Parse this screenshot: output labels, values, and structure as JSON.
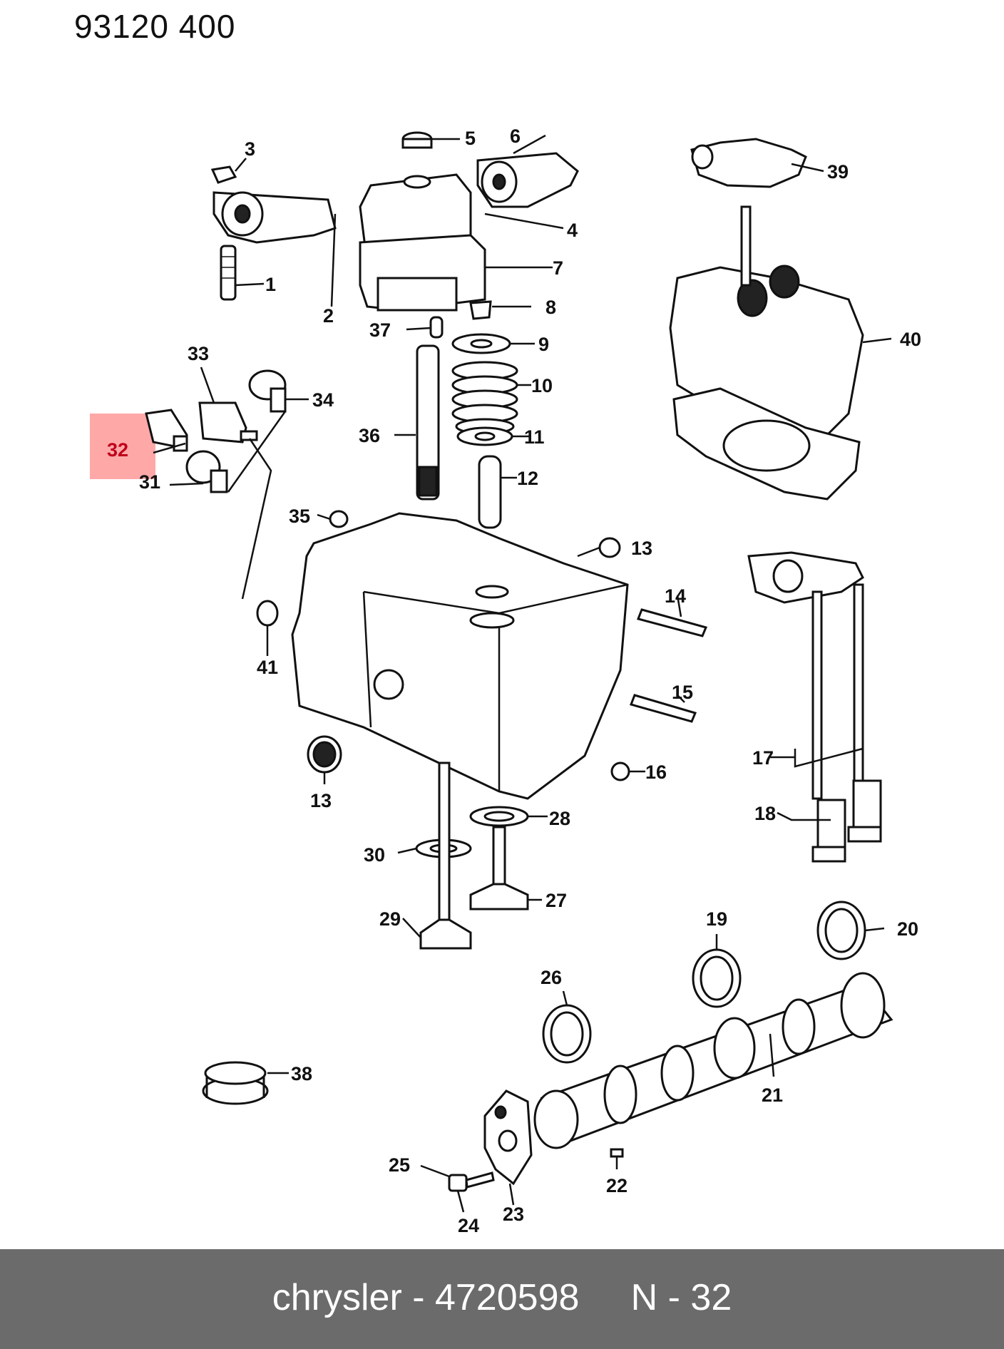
{
  "header": {
    "code": "93120  400"
  },
  "footer": {
    "text": "chrysler - 4720598     N - 32"
  },
  "highlight": {
    "color": "#ff9999",
    "part": "32"
  },
  "labels": {
    "l1": "1",
    "l2": "2",
    "l3": "3",
    "l4": "4",
    "l5": "5",
    "l6": "6",
    "l7": "7",
    "l8": "8",
    "l9": "9",
    "l10": "10",
    "l11": "11",
    "l12": "12",
    "l13a": "13",
    "l13b": "13",
    "l14": "14",
    "l15": "15",
    "l16": "16",
    "l17": "17",
    "l18": "18",
    "l19": "19",
    "l20": "20",
    "l21": "21",
    "l22": "22",
    "l23": "23",
    "l24": "24",
    "l25": "25",
    "l26": "26",
    "l27": "27",
    "l28": "28",
    "l29": "29",
    "l30": "30",
    "l31": "31",
    "l32": "32",
    "l33": "33",
    "l34": "34",
    "l35": "35",
    "l36": "36",
    "l37": "37",
    "l38": "38",
    "l39": "39",
    "l40": "40",
    "l41": "41"
  }
}
